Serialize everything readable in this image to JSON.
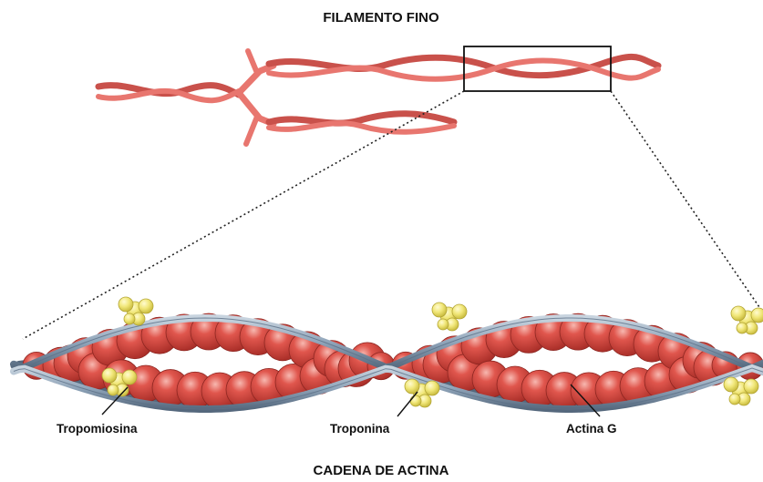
{
  "diagram": {
    "top_title": "FILAMENTO FINO",
    "bottom_title": "CADENA DE ACTINA",
    "labels": {
      "tropomiosina": "Tropomiosina",
      "troponina": "Troponina",
      "actina_g": "Actina G"
    }
  },
  "colors": {
    "filament": "#e8766f",
    "filament_dark": "#c9514b",
    "actin": "#d94a42",
    "actin_dark": "#a8302a",
    "actin_highlight": "#f5b0a8",
    "tropomyosin": "#8ea3b8",
    "tropomyosin_dark": "#5d7187",
    "troponin": "#f1e779",
    "troponin_dark": "#c9bd3f",
    "zoom_box": "#111111",
    "zoom_lines": "#222222"
  }
}
